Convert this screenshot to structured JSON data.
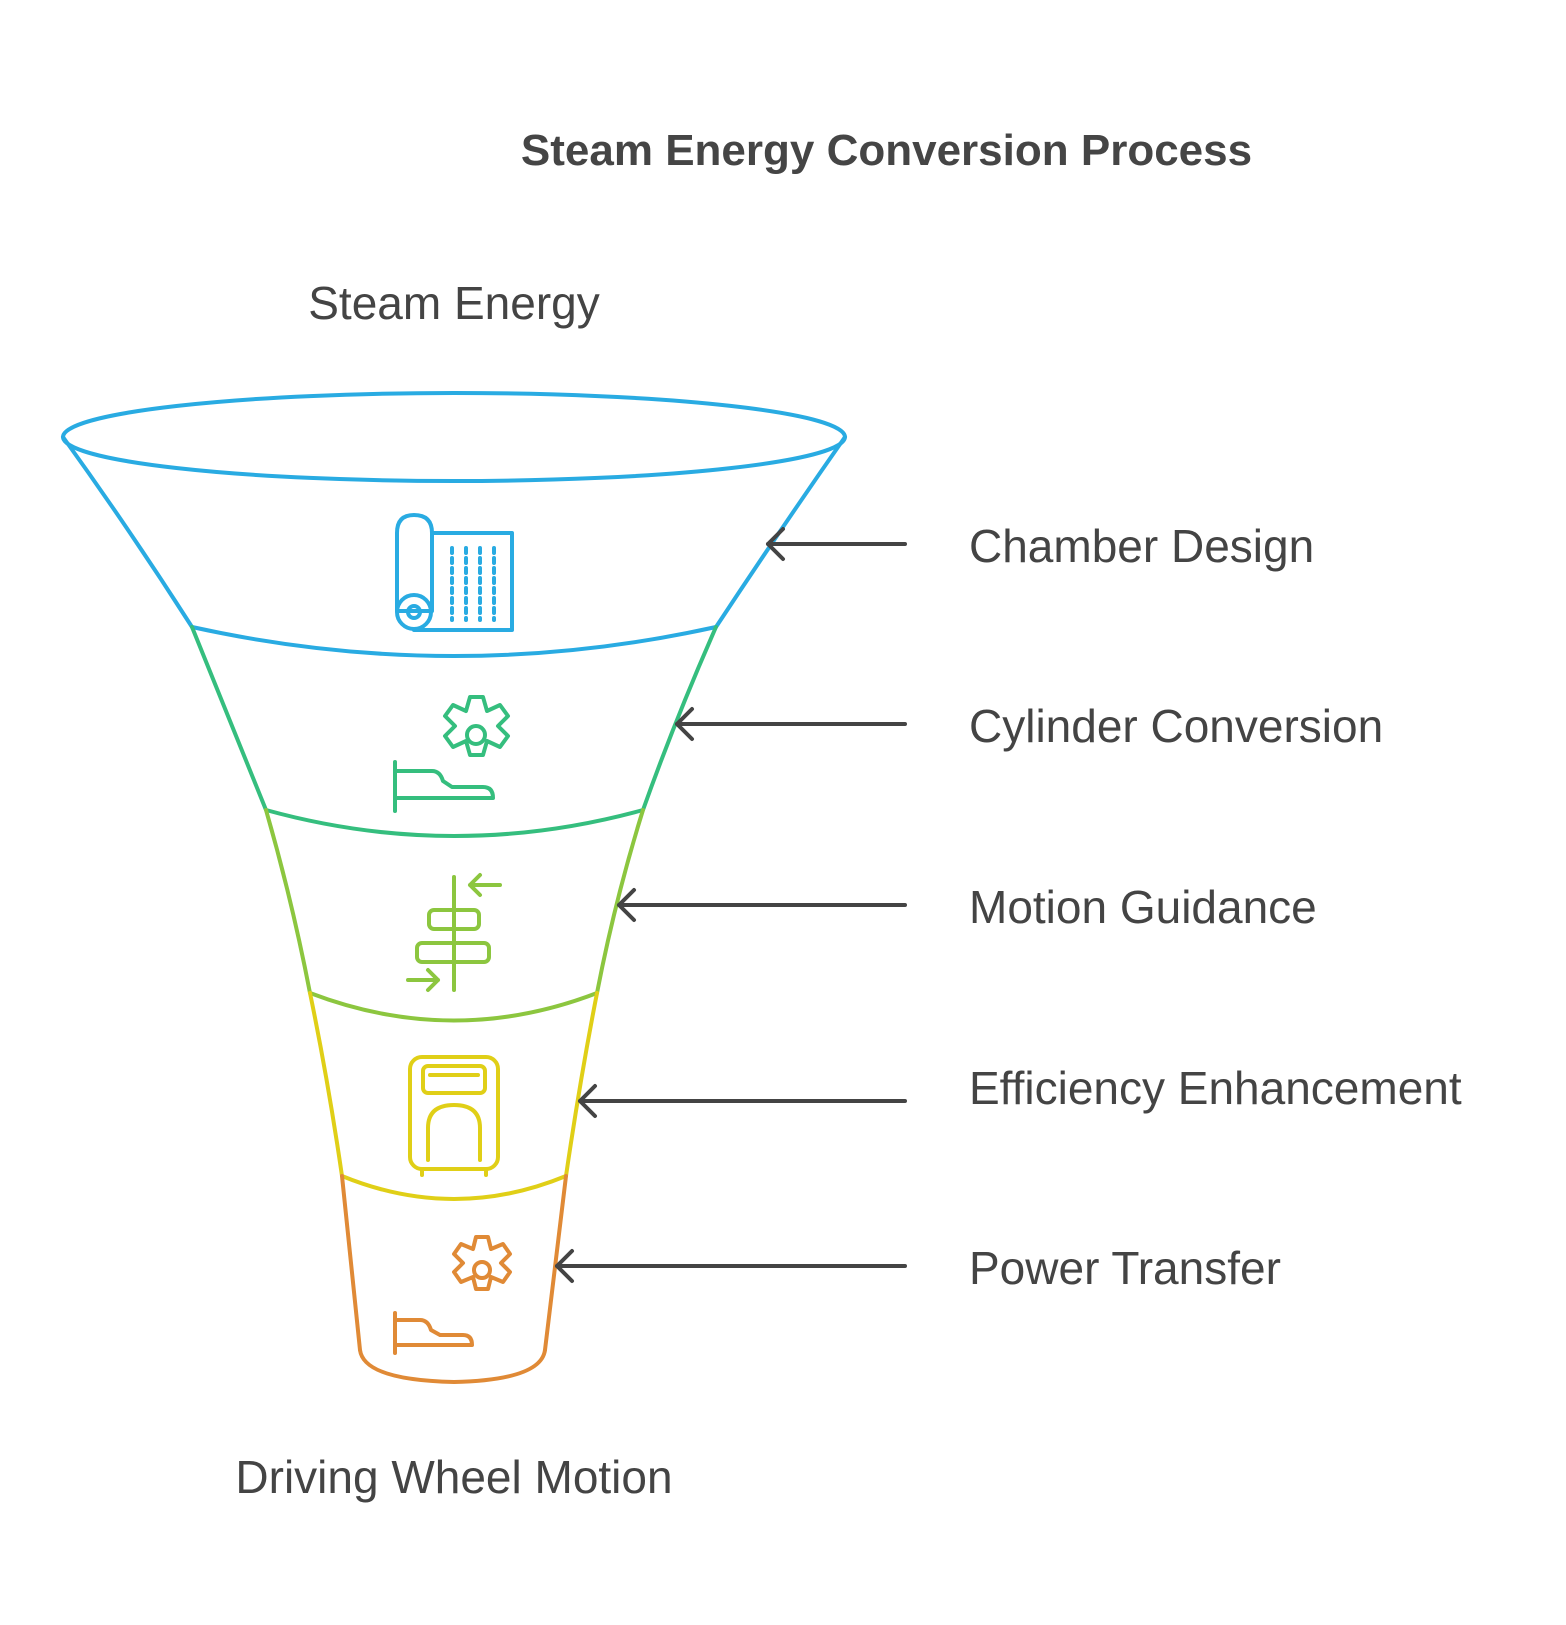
{
  "title": "Steam Energy Conversion Process",
  "funnel": {
    "top_label": "Steam Energy",
    "bottom_label": "Driving Wheel Motion"
  },
  "stages": [
    {
      "label": "Chamber Design",
      "color": "#29ABE2",
      "icon": "blueprint-icon"
    },
    {
      "label": "Cylinder Conversion",
      "color": "#35BE7E",
      "icon": "gear-hand-icon"
    },
    {
      "label": "Motion Guidance",
      "color": "#8CC63F",
      "icon": "align-arrows-icon"
    },
    {
      "label": "Efficiency Enhancement",
      "color": "#E0CF17",
      "icon": "air-conditioner-icon"
    },
    {
      "label": "Power Transfer",
      "color": "#E08A36",
      "icon": "gear-hand-icon"
    }
  ],
  "arrow_color": "#444444"
}
